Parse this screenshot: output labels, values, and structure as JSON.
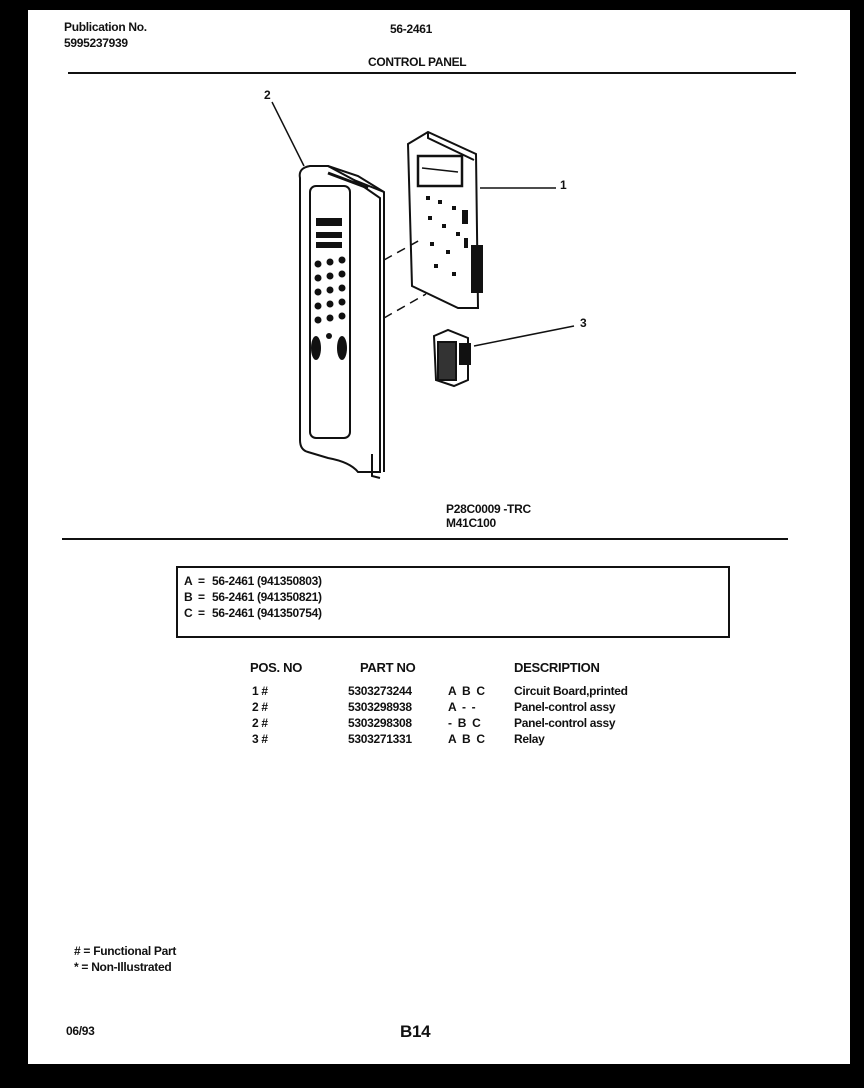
{
  "header": {
    "publication_label": "Publication No.",
    "publication_number": "5995237939",
    "model_ref": "56-2461",
    "section_title": "CONTROL PANEL"
  },
  "illustration": {
    "callouts": [
      "2",
      "1",
      "3"
    ],
    "model_codes": [
      "P28C0009 -TRC",
      "M41C100"
    ]
  },
  "legend": [
    {
      "letter": "A",
      "sep": "=",
      "model": "56-2461 (941350803)"
    },
    {
      "letter": "B",
      "sep": "=",
      "model": "56-2461 (941350821)"
    },
    {
      "letter": "C",
      "sep": "=",
      "model": "56-2461 (941350754)"
    }
  ],
  "parts_table": {
    "headers": {
      "pos": "POS. NO",
      "part": "PART NO",
      "description": "DESCRIPTION"
    },
    "rows": [
      {
        "pos": "1 #",
        "part": "5303273244",
        "models": "A B C",
        "description": "Circuit Board,printed"
      },
      {
        "pos": "2 #",
        "part": "5303298938",
        "models": "A - -",
        "description": "Panel-control assy"
      },
      {
        "pos": "2 #",
        "part": "5303298308",
        "models": "- B C",
        "description": "Panel-control assy"
      },
      {
        "pos": "3 #",
        "part": "5303271331",
        "models": "A B C",
        "description": "Relay"
      }
    ]
  },
  "notes": [
    {
      "symbol": "#",
      "sep": "=",
      "text": "Functional Part"
    },
    {
      "symbol": "*",
      "sep": "=",
      "text": "Non-Illustrated"
    }
  ],
  "footer": {
    "date": "06/93",
    "page": "B14"
  }
}
